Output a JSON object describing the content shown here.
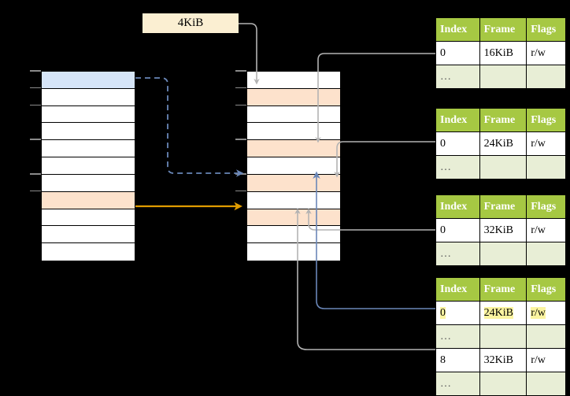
{
  "diagram": {
    "title": "multi-level page table translation diagram",
    "size_label": {
      "text": "4KiB"
    },
    "colors": {
      "highlight_blue": "#d6e5f8",
      "highlight_peach": "#fde2cc",
      "table_header_green": "#a6c843",
      "table_alt_row": "#e8eed6",
      "label_cream": "#fbefd2",
      "yellow_highlight": "#fbf4a0",
      "orange_arrow": "#e09c00",
      "blue_arrow": "#6688bb",
      "gray_arrow": "#b3b3b3"
    },
    "left_column": {
      "name": "virtual-address-space",
      "row_count": 11,
      "rows": [
        {
          "index": 0,
          "fill": "blue",
          "label": ""
        },
        {
          "index": 1,
          "fill": "white",
          "label": ""
        },
        {
          "index": 2,
          "fill": "white",
          "label": ""
        },
        {
          "index": 3,
          "fill": "white",
          "label": ""
        },
        {
          "index": 4,
          "fill": "white",
          "label": ""
        },
        {
          "index": 5,
          "fill": "white",
          "label": ""
        },
        {
          "index": 6,
          "fill": "white",
          "label": ""
        },
        {
          "index": 7,
          "fill": "peach",
          "label": ""
        },
        {
          "index": 8,
          "fill": "white",
          "label": ""
        },
        {
          "index": 9,
          "fill": "white",
          "label": ""
        },
        {
          "index": 10,
          "fill": "white",
          "label": ""
        }
      ]
    },
    "middle_column": {
      "name": "physical-memory",
      "row_count": 11,
      "rows": [
        {
          "index": 0,
          "fill": "white",
          "label": ""
        },
        {
          "index": 1,
          "fill": "peach",
          "label": ""
        },
        {
          "index": 2,
          "fill": "white",
          "label": ""
        },
        {
          "index": 3,
          "fill": "white",
          "label": ""
        },
        {
          "index": 4,
          "fill": "peach",
          "label": ""
        },
        {
          "index": 5,
          "fill": "white",
          "label": ""
        },
        {
          "index": 6,
          "fill": "peach",
          "label": ""
        },
        {
          "index": 7,
          "fill": "white",
          "label": ""
        },
        {
          "index": 8,
          "fill": "peach",
          "label": ""
        },
        {
          "index": 9,
          "fill": "white",
          "label": ""
        },
        {
          "index": 10,
          "fill": "white",
          "label": ""
        }
      ]
    },
    "page_tables": [
      {
        "name": "page-table-1",
        "headers": [
          "Index",
          "Frame",
          "Flags"
        ],
        "rows": [
          {
            "cells": [
              "0",
              "16KiB",
              "r/w"
            ],
            "alt": false,
            "highlight": false
          },
          {
            "cells": [
              "…",
              "",
              ""
            ],
            "alt": true,
            "highlight": false
          }
        ]
      },
      {
        "name": "page-table-2",
        "headers": [
          "Index",
          "Frame",
          "Flags"
        ],
        "rows": [
          {
            "cells": [
              "0",
              "24KiB",
              "r/w"
            ],
            "alt": false,
            "highlight": false
          },
          {
            "cells": [
              "…",
              "",
              ""
            ],
            "alt": true,
            "highlight": false
          }
        ]
      },
      {
        "name": "page-table-3",
        "headers": [
          "Index",
          "Frame",
          "Flags"
        ],
        "rows": [
          {
            "cells": [
              "0",
              "32KiB",
              "r/w"
            ],
            "alt": false,
            "highlight": false
          },
          {
            "cells": [
              "…",
              "",
              ""
            ],
            "alt": true,
            "highlight": false
          }
        ]
      },
      {
        "name": "page-table-4",
        "headers": [
          "Index",
          "Frame",
          "Flags"
        ],
        "rows": [
          {
            "cells": [
              "0",
              "24KiB",
              "r/w"
            ],
            "alt": false,
            "highlight": true
          },
          {
            "cells": [
              "…",
              "",
              ""
            ],
            "alt": true,
            "highlight": false
          },
          {
            "cells": [
              "8",
              "32KiB",
              "r/w"
            ],
            "alt": false,
            "highlight": false
          },
          {
            "cells": [
              "…",
              "",
              ""
            ],
            "alt": true,
            "highlight": false
          }
        ]
      }
    ]
  }
}
